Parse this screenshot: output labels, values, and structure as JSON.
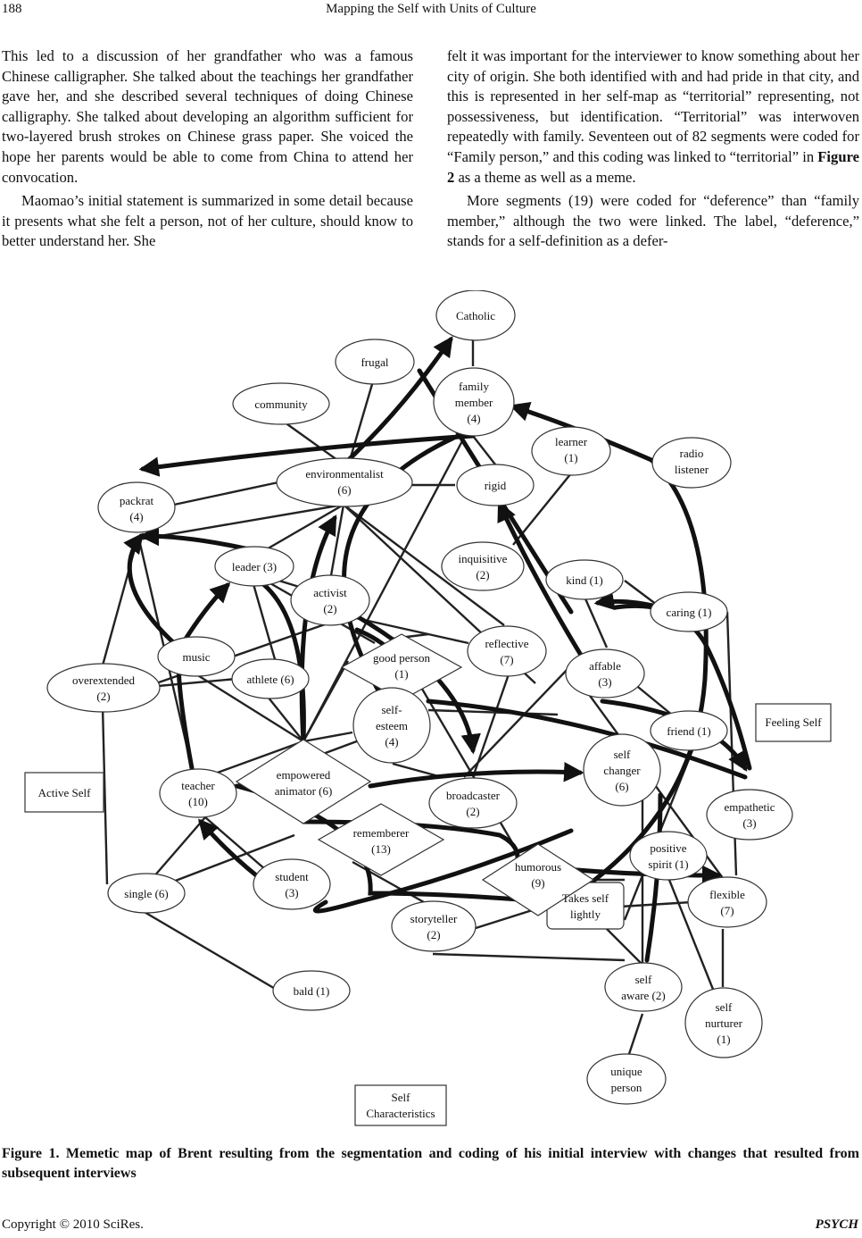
{
  "header": {
    "page_number": "188",
    "running_title": "Mapping the Self with Units of Culture"
  },
  "body": {
    "left_p1": "This led to a discussion of her grandfather who was a famous Chinese calligrapher. She talked about the teachings her grandfather gave her, and she described several techniques of doing Chinese calligraphy. She talked about developing an algorithm sufficient for two-layered brush strokes on Chinese grass paper. She voiced the hope her parents would be able to come from China to attend her convocation.",
    "left_p2": "Maomao’s initial statement is summarized in some detail because it presents what she felt a person, not of her culture, should know to better understand her. She",
    "right_p1": "felt it was important for the interviewer to know something about her city of origin. She both identified with and had pride in that city, and this is represented in her self-map as “territorial” representing, not possessiveness, but identification. “Territorial” was interwoven repeatedly with family. Seventeen out of 82 segments were coded for “Family person,” and this coding was linked to “territorial” in ",
    "right_p1_ref": "Figure 2",
    "right_p1_end": " as a theme as well as a meme.",
    "right_p2": "More segments (19) were coded for “deference” than “family member,” although the two were linked. The label, “deference,” stands for a self-definition as a defer-"
  },
  "figure": {
    "nodes": {
      "catholic": {
        "l1": "Catholic"
      },
      "frugal": {
        "l1": "frugal"
      },
      "family_member": {
        "l1": "family",
        "l2": "member",
        "l3": "(4)"
      },
      "community": {
        "l1": "community"
      },
      "learner": {
        "l1": "learner",
        "l2": "(1)"
      },
      "radio_listener": {
        "l1": "radio",
        "l2": "listener"
      },
      "environmentalist": {
        "l1": "environmentalist",
        "l2": "(6)"
      },
      "rigid": {
        "l1": "rigid"
      },
      "packrat": {
        "l1": "packrat",
        "l2": "(4)"
      },
      "inquisitive": {
        "l1": "inquisitive",
        "l2": "(2)"
      },
      "leader": {
        "l1": "leader (3)"
      },
      "kind": {
        "l1": "kind (1)"
      },
      "activist": {
        "l1": "activist",
        "l2": "(2)"
      },
      "caring": {
        "l1": "caring (1)"
      },
      "music": {
        "l1": "music"
      },
      "reflective": {
        "l1": "reflective",
        "l2": "(7)"
      },
      "good_person": {
        "l1": "good person",
        "l2": "(1)"
      },
      "affable": {
        "l1": "affable",
        "l2": "(3)"
      },
      "overextended": {
        "l1": "overextended",
        "l2": "(2)"
      },
      "athlete": {
        "l1": "athlete (6)"
      },
      "self_esteem": {
        "l1": "self-",
        "l2": "esteem",
        "l3": "(4)"
      },
      "feeling_self": {
        "l1": "Feeling Self"
      },
      "friend": {
        "l1": "friend (1)"
      },
      "self_changer": {
        "l1": "self",
        "l2": "changer",
        "l3": "(6)"
      },
      "active_self": {
        "l1": "Active Self"
      },
      "teacher": {
        "l1": "teacher",
        "l2": "(10)"
      },
      "empowered_animator": {
        "l1": "empowered",
        "l2": "animator (6)"
      },
      "broadcaster": {
        "l1": "broadcaster",
        "l2": "(2)"
      },
      "empathetic": {
        "l1": "empathetic",
        "l2": "(3)"
      },
      "rememberer": {
        "l1": "rememberer",
        "l2": "(13)"
      },
      "positive_spirit": {
        "l1": "positive",
        "l2": "spirit (1)"
      },
      "humorous": {
        "l1": "humorous",
        "l2": "(9)"
      },
      "student": {
        "l1": "student",
        "l2": "(3)"
      },
      "single": {
        "l1": "single (6)"
      },
      "takes_self_lightly": {
        "l1": "Takes self",
        "l2": "lightly"
      },
      "flexible": {
        "l1": "flexible",
        "l2": "(7)"
      },
      "storyteller": {
        "l1": "storyteller",
        "l2": "(2)"
      },
      "self_aware": {
        "l1": "self",
        "l2": "aware (2)"
      },
      "bald": {
        "l1": "bald (1)"
      },
      "self_nurturer": {
        "l1": "self",
        "l2": "nurturer",
        "l3": "(1)"
      },
      "unique_person": {
        "l1": "unique",
        "l2": "person"
      },
      "self_characteristics": {
        "l1": "Self",
        "l2": "Characteristics"
      }
    }
  },
  "caption": {
    "label": "Figure 1.",
    "text": " Memetic map of Brent resulting from the segmentation and coding of his initial interview with changes that resulted from subsequent interviews"
  },
  "footer": {
    "copyright": "Copyright © 2010 SciRes.",
    "journal": "PSYCH"
  }
}
